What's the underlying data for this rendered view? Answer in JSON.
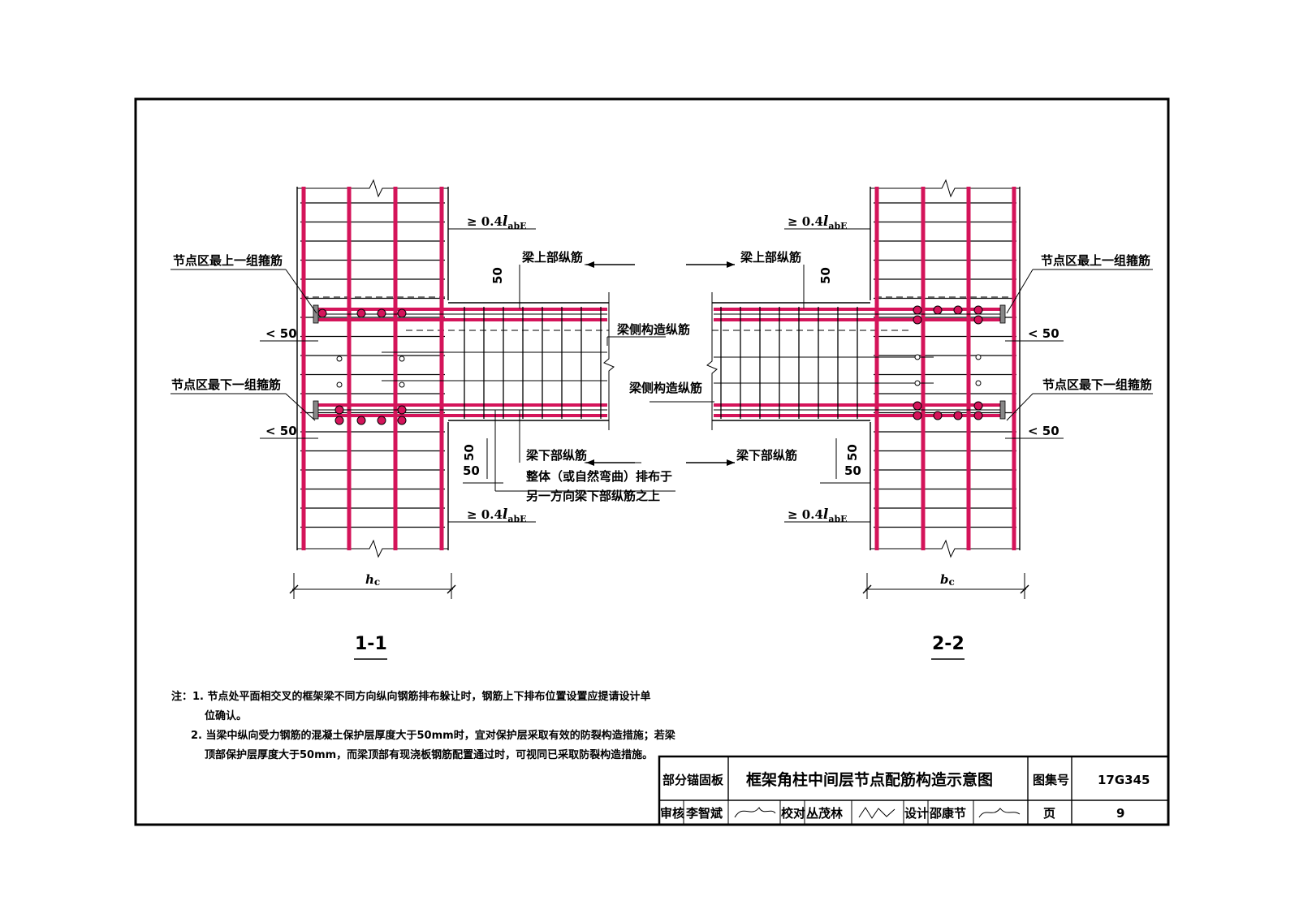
{
  "labels": {
    "top_stirrup": "节点区最上一组箍筋",
    "bottom_stirrup": "节点区最下一组箍筋",
    "beam_top_bar": "梁上部纵筋",
    "beam_bottom_bar": "梁下部纵筋",
    "beam_side_bar": "梁侧构造纵筋",
    "bent_line1": "整体（或自然弯曲）排布于",
    "bent_line2": "另一方向梁下部纵筋之上",
    "lt50": "< 50",
    "dim50": "50",
    "anchor_prefix": "≥ 0.4",
    "anchor_l": "l",
    "anchor_sub": "abE",
    "hc_main": "h",
    "hc_sub": "c",
    "bc_main": "b",
    "bc_sub": "c",
    "section_1": "1-1",
    "section_2": "2-2"
  },
  "notes": {
    "n1_line1": "注：1. 节点处平面相交叉的框架梁不同方向纵向钢筋排布躲让时，钢筋上下排布位置设置应提请设计单",
    "n1_line2": "位确认。",
    "n2_line1": "2. 当梁中纵向受力钢筋的混凝土保护层厚度大于50mm时，宜对保护层采取有效的防裂构造措施；若梁",
    "n2_line2": "顶部保护层厚度大于50mm，而梁顶部有现浇板钢筋配置通过时，可视同已采取防裂构造措施。"
  },
  "title_block": {
    "category": "部分锚固板",
    "title": "框架角柱中间层节点配筋构造示意图",
    "atlas_label": "图集号",
    "atlas_no": "17G345",
    "review_label": "审核",
    "reviewer": "李智斌",
    "check_label": "校对",
    "checker": "丛茂林",
    "design_label": "设计",
    "designer": "邵康节",
    "page_label": "页",
    "page_no": "9"
  },
  "colors": {
    "rebar": "#d4145a",
    "line": "#000000"
  }
}
